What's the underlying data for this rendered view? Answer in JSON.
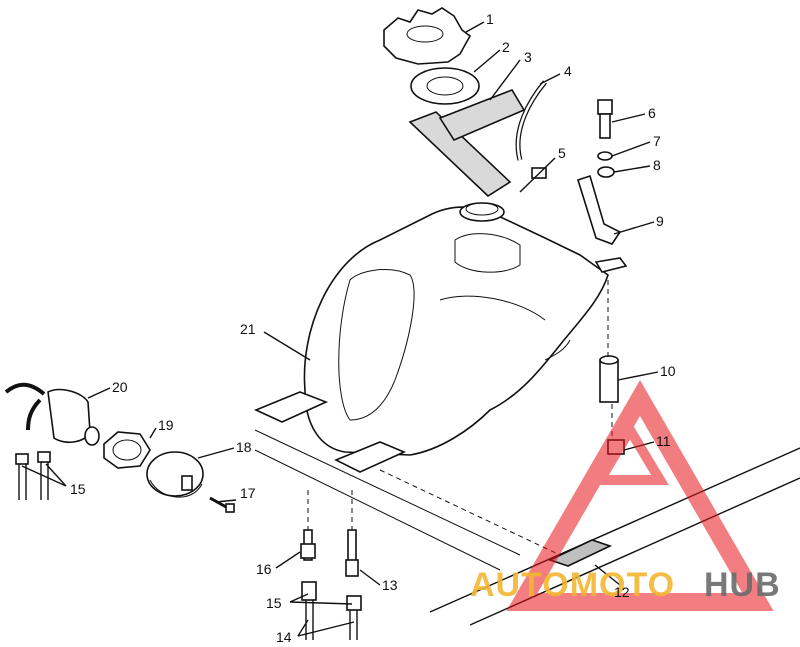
{
  "diagram": {
    "callouts": [
      {
        "id": "c1",
        "text": "1"
      },
      {
        "id": "c2",
        "text": "2"
      },
      {
        "id": "c3",
        "text": "3"
      },
      {
        "id": "c4",
        "text": "4"
      },
      {
        "id": "c5",
        "text": "5"
      },
      {
        "id": "c6",
        "text": "6"
      },
      {
        "id": "c7",
        "text": "7"
      },
      {
        "id": "c8",
        "text": "8"
      },
      {
        "id": "c9",
        "text": "9"
      },
      {
        "id": "c10",
        "text": "10"
      },
      {
        "id": "c11",
        "text": "11"
      },
      {
        "id": "c12",
        "text": "12"
      },
      {
        "id": "c13",
        "text": "13"
      },
      {
        "id": "c14",
        "text": "14"
      },
      {
        "id": "c15a",
        "text": "15"
      },
      {
        "id": "c15b",
        "text": "15"
      },
      {
        "id": "c16",
        "text": "16"
      },
      {
        "id": "c17",
        "text": "17"
      },
      {
        "id": "c18",
        "text": "18"
      },
      {
        "id": "c19",
        "text": "19"
      },
      {
        "id": "c20",
        "text": "20"
      },
      {
        "id": "c21",
        "text": "21"
      }
    ]
  },
  "watermark": {
    "text_part1": "AUTOMOTO",
    "text_part2": "HUB",
    "color_primary": "#e8141c",
    "color_gold": "#f2b632",
    "color_gray": "#6b6b6b"
  }
}
